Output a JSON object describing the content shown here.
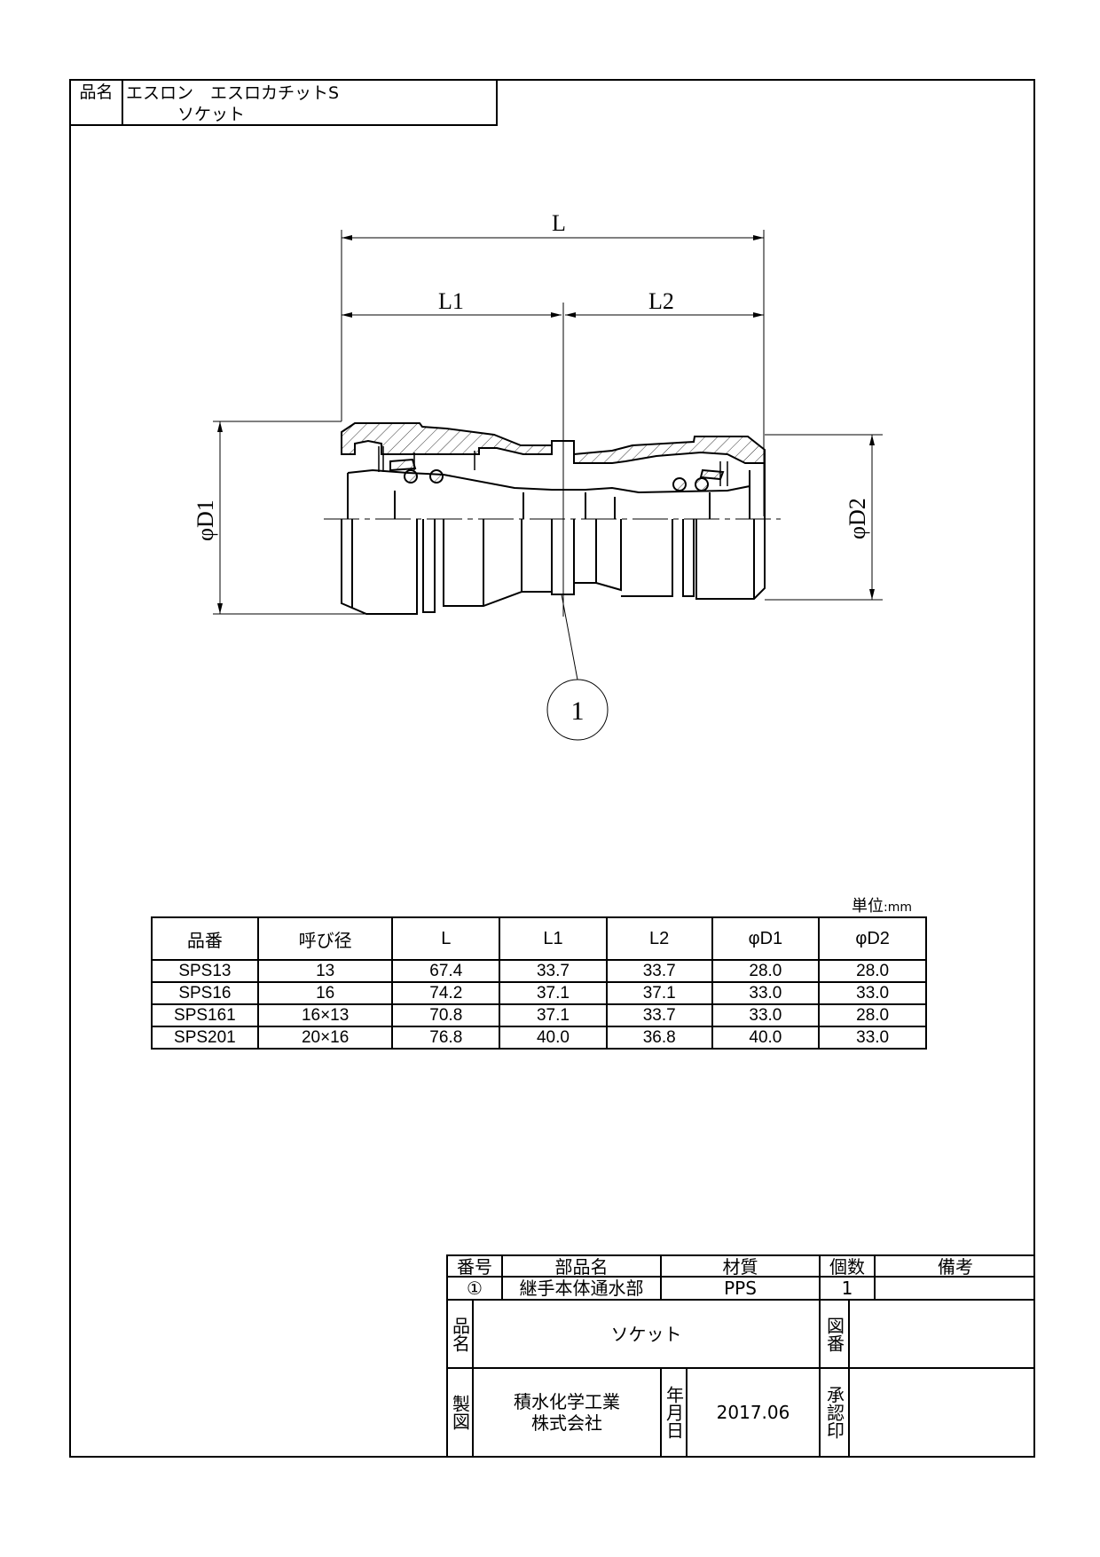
{
  "header": {
    "label": "品名",
    "line1": "エスロン　エスロカチットS",
    "line2": "ソケット"
  },
  "drawing": {
    "dim_L": "L",
    "dim_L1": "L1",
    "dim_L2": "L2",
    "dim_D1": "φD1",
    "dim_D2": "φD2",
    "balloon": "1"
  },
  "spec_table": {
    "unit_label": "単位",
    "unit_value": ":mm",
    "headers": [
      "品番",
      "呼び径",
      "L",
      "L1",
      "L2",
      "φD1",
      "φD2"
    ],
    "rows": [
      [
        "SPS13",
        "13",
        "67.4",
        "33.7",
        "33.7",
        "28.0",
        "28.0"
      ],
      [
        "SPS16",
        "16",
        "74.2",
        "37.1",
        "37.1",
        "33.0",
        "33.0"
      ],
      [
        "SPS161",
        "16×13",
        "70.8",
        "37.1",
        "33.7",
        "33.0",
        "28.0"
      ],
      [
        "SPS201",
        "20×16",
        "76.8",
        "40.0",
        "36.8",
        "40.0",
        "33.0"
      ]
    ]
  },
  "title_block": {
    "h_no": "番号",
    "h_part": "部品名",
    "h_material": "材質",
    "h_qty": "個数",
    "h_note": "備考",
    "part_no": "①",
    "part_name": "継手本体通水部",
    "material": "PPS",
    "qty": "1",
    "note": "",
    "name_label": "品名",
    "name_value": "ソケット",
    "drawing_no_label": "図番",
    "drawing_no_value": "",
    "maker_label": "製図",
    "maker_line1": "積水化学工業",
    "maker_line2": "株式会社",
    "date_label": "年月日",
    "date_value": "2017.06",
    "approval_label": "承認印",
    "approval_value": ""
  }
}
